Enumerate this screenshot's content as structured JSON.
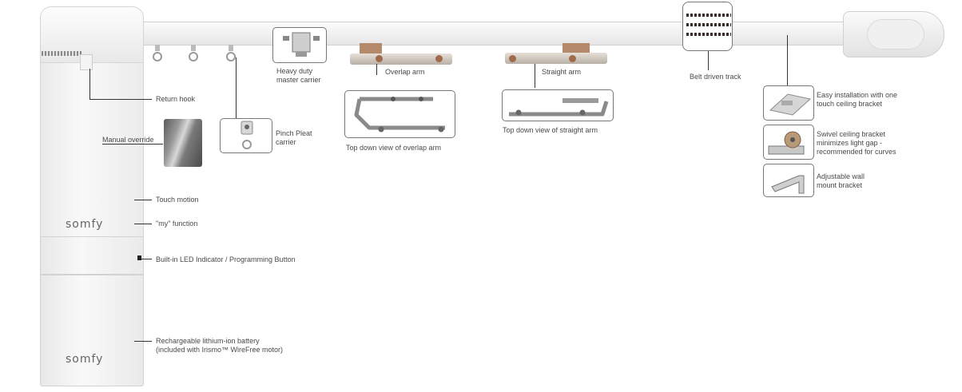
{
  "brand": {
    "logo_top": "somfy",
    "logo_bottom": "somfy"
  },
  "labels": {
    "return_hook": "Return hook",
    "manual_override": "Manual override",
    "touch_motion": "Touch motion",
    "my_function": "\"my\" function",
    "led_indicator": "Built-in LED Indicator / Programming Button",
    "battery_line1": "Rechargeable lithium-ion battery",
    "battery_line2": "(included with Irismo™ WireFree motor)",
    "pinch_pleat_line1": "Pinch Pleat",
    "pinch_pleat_line2": "carrier",
    "heavy_duty_line1": "Heavy duty",
    "heavy_duty_line2": "master carrier",
    "overlap_arm": "Overlap arm",
    "overlap_topdown": "Top down view of overlap arm",
    "straight_arm": "Straight arm",
    "straight_topdown": "Top down view of straight arm",
    "belt_track": "Belt driven track",
    "easy_install_line1": "Easy installation with one",
    "easy_install_line2": "touch ceiling bracket",
    "swivel_line1": "Swivel ceiling bracket",
    "swivel_line2": "minimizes light gap -",
    "swivel_line3": "recommended for curves",
    "wall_line1": "Adjustable wall",
    "wall_line2": "mount bracket"
  }
}
